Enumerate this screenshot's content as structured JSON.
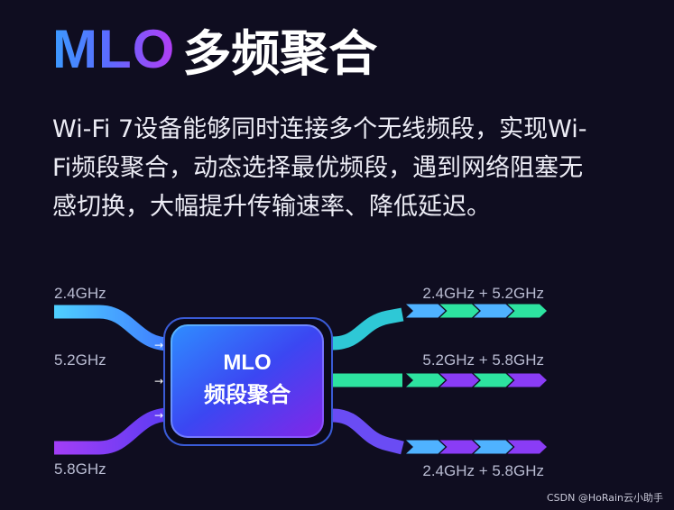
{
  "title": {
    "accent": "MLO",
    "main": "多频聚合"
  },
  "description": [
    "Wi-Fi 7设备能够同时连接多个无线频段，实现Wi-",
    "Fi频段聚合，动态选择最优频段，遇到网络阻塞无",
    "感切换，大幅提升传输速率、降低延迟。"
  ],
  "diagram": {
    "chip_label": [
      "MLO",
      "频段聚合"
    ],
    "inputs": [
      {
        "label": "2.4GHz",
        "color": "#4fb2ff"
      },
      {
        "label": "5.2GHz",
        "color": "#2de3a0"
      },
      {
        "label": "5.8GHz",
        "color": "#8a3cf6"
      }
    ],
    "outputs": [
      {
        "label": "2.4GHz + 5.2GHz",
        "colors": [
          "#4fb2ff",
          "#2de3a0"
        ]
      },
      {
        "label": "5.2GHz + 5.8GHz",
        "colors": [
          "#2de3a0",
          "#8a3cf6"
        ]
      },
      {
        "label": "2.4GHz + 5.8GHz",
        "colors": [
          "#4fb2ff",
          "#8a3cf6"
        ]
      }
    ],
    "input_arrow": "→"
  },
  "watermark": "CSDN @HoRain云小助手"
}
